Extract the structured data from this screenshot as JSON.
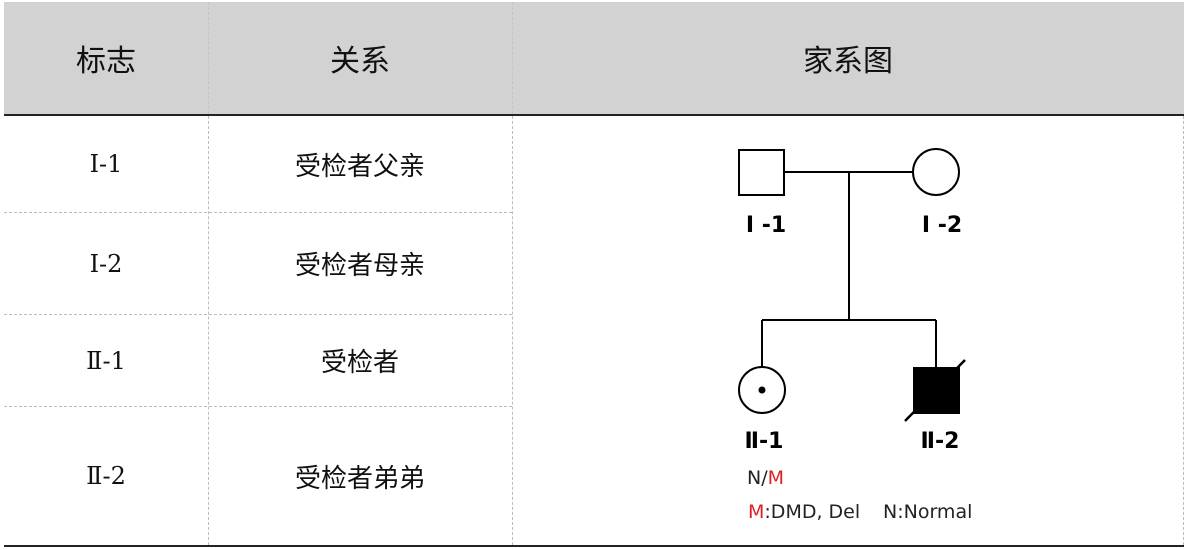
{
  "table": {
    "headers": {
      "mark": "标志",
      "relation": "关系",
      "pedigree": "家系图"
    },
    "rows": [
      {
        "mark": "Ⅰ-1",
        "relation": "受检者父亲"
      },
      {
        "mark": "Ⅰ-2",
        "relation": "受检者母亲"
      },
      {
        "mark": "Ⅱ-1",
        "relation": "受检者"
      },
      {
        "mark": "Ⅱ-2",
        "relation": "受检者弟弟"
      }
    ]
  },
  "pedigree": {
    "labels": {
      "father": "I -1",
      "mother": "I -2",
      "daughter": "Ⅱ-1",
      "son": "Ⅱ-2"
    },
    "genotype": {
      "normal_part": "N/",
      "mutant_part": "M"
    },
    "legend": {
      "m_key": "M",
      "m_desc": ":DMD, Del",
      "n_desc": "N:Normal"
    },
    "colors": {
      "mutant": "#e02020",
      "line": "#000000"
    }
  }
}
